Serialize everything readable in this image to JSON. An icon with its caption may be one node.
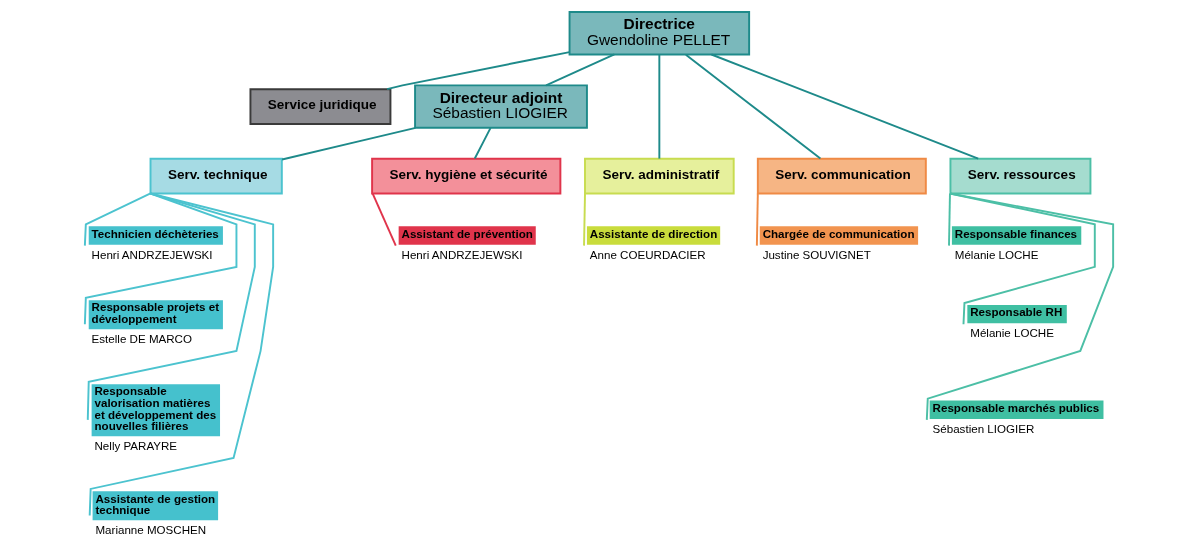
{
  "diagram": {
    "nodes": [
      {
        "text": [
          "Directrice",
          "Gwendoline PELLET"
        ]
      },
      {
        "text": [
          "Service juridique"
        ]
      },
      {
        "text": [
          "Directeur adjoint",
          "Sébastien LIOGIER"
        ]
      },
      {
        "text": [
          "Serv. administratif"
        ]
      },
      {
        "text": [
          "Assistante de direction"
        ],
        "beside": [
          "Anne COEURDACIER"
        ]
      },
      {
        "text": [
          "Serv. communication"
        ]
      },
      {
        "text": [
          "Chargée de communication"
        ],
        "beside": [
          "Justine SOUVIGNET"
        ]
      },
      {
        "text": [
          "Serv. ressources"
        ]
      },
      {
        "text": [
          "Responsable finances"
        ],
        "beside": [
          "Mélanie LOCHE"
        ]
      },
      {
        "text": [
          "Responsable RH"
        ],
        "beside": [
          "Mélanie LOCHE"
        ]
      },
      {
        "text": [
          "Responsable marchés publics"
        ],
        "beside": [
          "Sébastien LIOGIER"
        ]
      },
      {
        "text": [
          "Serv. technique"
        ]
      },
      {
        "text": [
          "Technicien déchèteries"
        ],
        "beside": [
          "Henri ANDRZEJEWSKI"
        ]
      },
      {
        "text": [
          "Responsable projets et développement"
        ],
        "beside": [
          "Estelle DE MARCO"
        ]
      },
      {
        "text": [
          "Responsable valorisation matières et développement des nouvelles filières"
        ],
        "beside": [
          "Nelly PARAYRE"
        ]
      },
      {
        "text": [
          "Assistante de gestion technique"
        ],
        "beside": [
          "Marianne MOSCHEN"
        ]
      },
      {
        "text": [
          "Serv. hygiène et sécurité"
        ]
      },
      {
        "text": [
          "Assistant de prévention"
        ],
        "beside": [
          "Henri ANDRZEJEWSKI"
        ]
      }
    ],
    "edges": [
      {
        "from": 0,
        "to": 1,
        "arrow": "none"
      },
      {
        "from": 0,
        "to": 2,
        "arrow": "none"
      },
      {
        "from": 0,
        "to": 3,
        "arrow": "none"
      },
      {
        "from": 0,
        "to": 5,
        "arrow": "none"
      },
      {
        "from": 0,
        "to": 7,
        "arrow": "none"
      },
      {
        "from": 2,
        "to": 11,
        "arrow": "none"
      },
      {
        "from": 2,
        "to": 16,
        "arrow": "none"
      },
      {
        "from": 3,
        "to": 4,
        "arrow": "none",
        "color": "#c8dc50"
      },
      {
        "from": 5,
        "to": 6,
        "arrow": "none",
        "color": "#ef8a45"
      },
      {
        "from": 7,
        "to": 8,
        "arrow": "none",
        "color": "#4cbfa6"
      },
      {
        "from": 7,
        "to": 9,
        "arrow": "none",
        "color": "#4cbfa6"
      },
      {
        "from": 7,
        "to": 10,
        "arrow": "none",
        "color": "#4cbfa6"
      },
      {
        "from": 11,
        "to": 12,
        "arrow": "none",
        "color": "#4cc3cf"
      },
      {
        "from": 11,
        "to": 13,
        "arrow": "none",
        "color": "#4cc3cf"
      },
      {
        "from": 11,
        "to": 14,
        "arrow": "none",
        "color": "#4cc3cf"
      },
      {
        "from": 11,
        "to": 15,
        "arrow": "none",
        "color": "#4cc3cf"
      },
      {
        "from": 16,
        "to": 17,
        "arrow": "none",
        "color": "#e0344b"
      }
    ]
  }
}
